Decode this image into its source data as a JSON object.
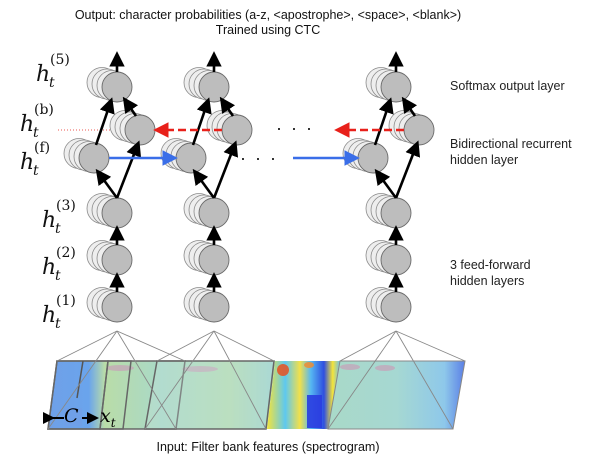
{
  "header": {
    "output_line": "Output:  character probabilities (a-z, <apostrophe>, <space>, <blank>)",
    "training_line": "Trained using CTC"
  },
  "layer_labels": {
    "softmax": "Softmax output layer",
    "bidirectional_line1": "Bidirectional recurrent",
    "bidirectional_line2": "hidden layer",
    "feedforward_line1": "3 feed-forward",
    "feedforward_line2": "hidden layers"
  },
  "math_labels": [
    {
      "id": "h5",
      "base": "h",
      "sup": "(5)",
      "sub": "t"
    },
    {
      "id": "hb",
      "base": "h",
      "sup": "(b)",
      "sub": "t"
    },
    {
      "id": "hf",
      "base": "h",
      "sup": "(f)",
      "sub": "t"
    },
    {
      "id": "h3",
      "base": "h",
      "sup": "(3)",
      "sub": "t"
    },
    {
      "id": "h2",
      "base": "h",
      "sup": "(2)",
      "sub": "t"
    },
    {
      "id": "h1",
      "base": "h",
      "sup": "(1)",
      "sub": "t"
    }
  ],
  "input_annotations": {
    "context": "C",
    "frame": "x",
    "frame_sub": "t"
  },
  "ellipsis": "· · ·",
  "footer": {
    "input_line": "Input:  Filter bank features (spectrogram)"
  },
  "colors": {
    "forward_arrow": "#3a6ee8",
    "backward_arrow": "#e8201a",
    "node_fill": "#bdbdbd",
    "node_back_fill": "#eeeeee",
    "arrow": "#000000"
  }
}
